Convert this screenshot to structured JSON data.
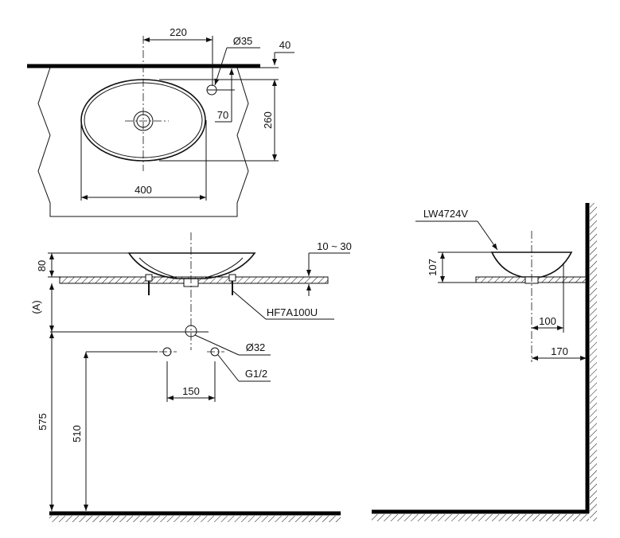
{
  "top_view": {
    "dim_faucet_offset": "220",
    "dim_faucet_hole": "Ø35",
    "dim_counter_thickness": "40",
    "dim_faucet_from_edge": "70",
    "dim_basin_depth": "260",
    "dim_basin_width": "400"
  },
  "front_view": {
    "dim_counter_range": "10 ~ 30",
    "dim_basin_height": "80",
    "dim_a": "(A)",
    "part_fixing_kit": "HF7A100U",
    "dim_drain": "Ø32",
    "dim_supply": "G1/2",
    "dim_supply_spacing": "150",
    "dim_drain_height": "575",
    "dim_supply_height": "510"
  },
  "side_view": {
    "model": "LW4724V",
    "dim_height": "107",
    "dim_center_to_edge": "100",
    "dim_center_to_wall": "170"
  }
}
